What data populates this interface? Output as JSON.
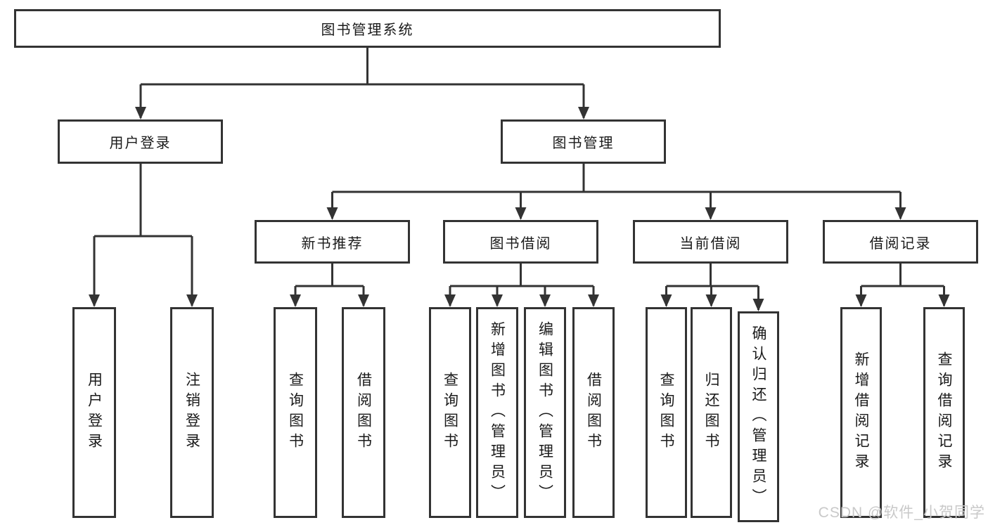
{
  "diagram": {
    "type": "tree",
    "root": {
      "label": "图书管理系统"
    },
    "level2": [
      {
        "label": "用户登录"
      },
      {
        "label": "图书管理"
      }
    ],
    "level3": [
      {
        "label": "新书推荐",
        "parent": "图书管理"
      },
      {
        "label": "图书借阅",
        "parent": "图书管理"
      },
      {
        "label": "当前借阅",
        "parent": "图书管理"
      },
      {
        "label": "借阅记录",
        "parent": "图书管理"
      }
    ],
    "leaves": [
      {
        "label": "用户登录",
        "parent": "用户登录"
      },
      {
        "label": "注销登录",
        "parent": "用户登录"
      },
      {
        "label": "查询图书",
        "parent": "新书推荐"
      },
      {
        "label": "借阅图书",
        "parent": "新书推荐"
      },
      {
        "label": "查询图书",
        "parent": "图书借阅"
      },
      {
        "label": "新增图书（管理员）",
        "parent": "图书借阅"
      },
      {
        "label": "编辑图书（管理员）",
        "parent": "图书借阅"
      },
      {
        "label": "借阅图书",
        "parent": "图书借阅"
      },
      {
        "label": "查询图书",
        "parent": "当前借阅"
      },
      {
        "label": "归还图书",
        "parent": "当前借阅"
      },
      {
        "label": "确认归还（管理员）",
        "parent": "当前借阅"
      },
      {
        "label": "新增借阅记录",
        "parent": "借阅记录"
      },
      {
        "label": "查询借阅记录",
        "parent": "借阅记录"
      }
    ]
  },
  "watermark": {
    "text": "CSDN @软件_小贺同学",
    "color": "#c9c9c9"
  },
  "colors": {
    "line": "#333333",
    "node_border": "#333333",
    "text": "#1a1a1a",
    "background": "#ffffff"
  }
}
